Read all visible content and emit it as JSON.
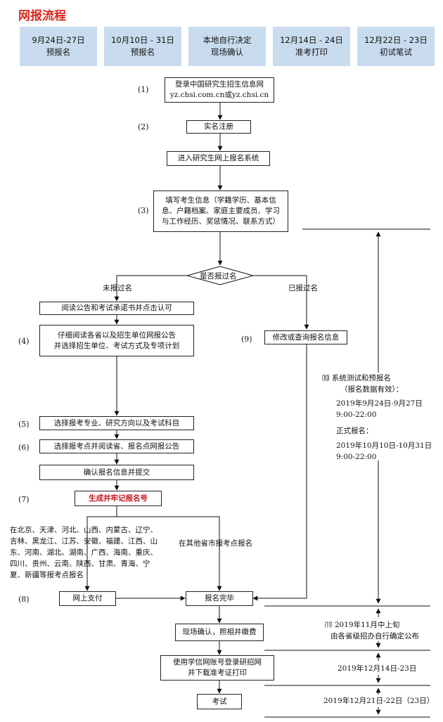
{
  "title": "网报流程",
  "timeline": [
    {
      "date": "9月24日-27日",
      "label": "预报名"
    },
    {
      "date": "10月10日 - 31日",
      "label": "预报名"
    },
    {
      "date": "本地自行决定",
      "label": "现场确认"
    },
    {
      "date": "12月14日 - 24日",
      "label": "准考打印"
    },
    {
      "date": "12月22日 - 23日",
      "label": "初试笔试"
    }
  ],
  "steps": {
    "s1_num": "(1)",
    "s1_line1": "登录中国研究生招生信息网",
    "s1_line2": "yz.chsi.com.cn或yz.chsi.cn",
    "s2_num": "(2)",
    "s2": "实名注册",
    "s2b": "进入研究生网上报名系统",
    "s3_num": "(3)",
    "s3_line1": "填写考生信息（学籍学历、基本信",
    "s3_line2": "息、户籍档案、家庭主要成员、学习",
    "s3_line3": "与工作经历、奖惩情况、联系方式）",
    "decision": "是否报过名",
    "no_branch": "未报过名",
    "yes_branch": "已报过名",
    "read_notice": "阅读公告和考试承诺书并点击认可",
    "s4_num": "(4)",
    "s4_line1": "仔细阅读各省以及招生单位网报公告",
    "s4_line2": "并选择招生单位、考试方式及专项计划",
    "s9_num": "(9)",
    "s9": "修改或查询报名信息",
    "s5_num": "(5)",
    "s5": "选择报考专业、研究方向以及考试科目",
    "s6_num": "(6)",
    "s6": "选择报考点并阅读省、报名点网报公告",
    "confirm": "确认报名信息并提交",
    "s7_num": "(7)",
    "s7": "生成并牢记报名号",
    "provinces_line1": "在北京、天津、河北、山西、内蒙古、辽宁、",
    "provinces_line2": "吉林、黑龙江、江苏、安徽、福建、江西、山",
    "provinces_line3": "东、河南、湖北、湖南、广西、海南、重庆、",
    "provinces_line4": "四川、贵州、云南、陕西、甘肃、青海、宁",
    "provinces_line5": "夏、新疆等报考点报名",
    "other_provinces": "在其他省市报考点报名",
    "s8_num": "(8)",
    "pay": "网上支付",
    "done": "报名完毕",
    "onsite": "现场确认，照相并缴费",
    "print_line1": "使用学信网账号登录研招网",
    "print_line2": "并下载准考证打印",
    "exam": "考试"
  },
  "notes": {
    "n10_num": "⑽",
    "n10_line1": "系统测试和预报名",
    "n10_line2": "（报名数据有效）：",
    "n10_date1": "2019年9月24日-9月27日",
    "n10_time1": "9:00-22:00",
    "formal": "正式报名：",
    "n10_date2": "2019年10月10日-10月31日",
    "n10_time2": "9:00-22:00",
    "n11_num": "⑾",
    "n11_line1": "2019年11月中上旬",
    "n11_line2": "由各省级招办自行确定公布",
    "print_date": "2019年12月14日-23日",
    "exam_date": "2019年12月21日-22日（23日）"
  }
}
